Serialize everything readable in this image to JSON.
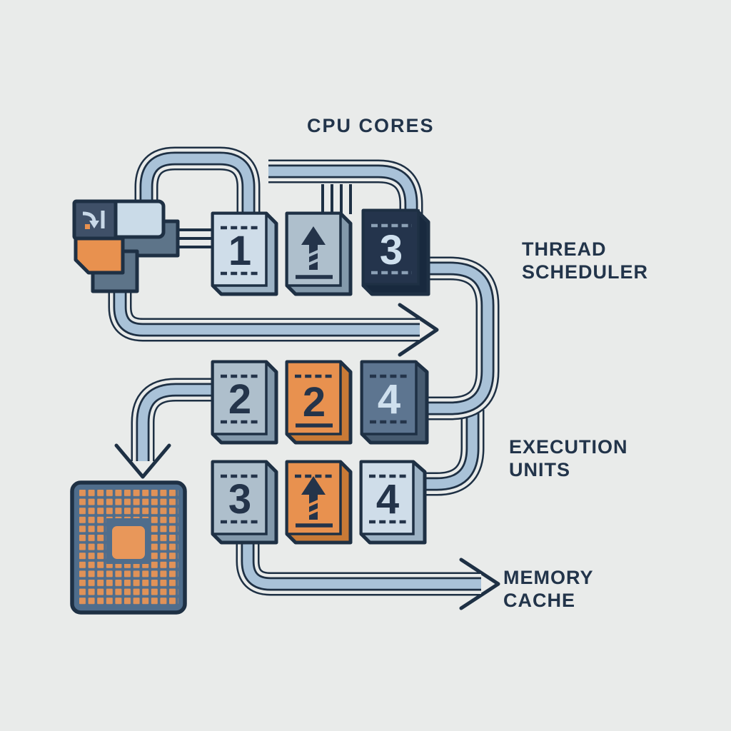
{
  "title": "CPU CORES",
  "labels": {
    "thread_scheduler": {
      "line1": "THREAD",
      "line2": "SCHEDULER"
    },
    "execution_units": {
      "line1": "EXECUTION",
      "line2": "UNITS"
    },
    "memory_cache": {
      "line1": "MEMORY",
      "line2": "CACHE"
    }
  },
  "cores": {
    "row1": [
      {
        "value": "1",
        "style": "light"
      },
      {
        "value": "",
        "style": "gray",
        "icon": "bent-arrow-up-icon"
      },
      {
        "value": "3",
        "style": "dark"
      }
    ],
    "row2": [
      {
        "value": "2",
        "style": "gray"
      },
      {
        "value": "2",
        "style": "orange"
      },
      {
        "value": "4",
        "style": "steel"
      }
    ],
    "row3": [
      {
        "value": "3",
        "style": "gray"
      },
      {
        "value": "",
        "style": "orange",
        "icon": "bent-arrow-up-icon"
      },
      {
        "value": "4",
        "style": "light"
      }
    ]
  },
  "icons": {
    "cluster": "curved-arrow-icon",
    "chip": "cpu-chip-illustration"
  },
  "colors": {
    "background": "#e9ebea",
    "outline_navy": "#1e3044",
    "text_navy": "#22344a",
    "card_light": "#cfdde9",
    "card_gray": "#aebfcc",
    "card_dark": "#24344c",
    "card_steel": "#5d7590",
    "card_orange": "#e8914f",
    "pipe_band": "#a9c2d8",
    "chip_body": "#4f6d8c",
    "chip_pad": "#e09258"
  }
}
